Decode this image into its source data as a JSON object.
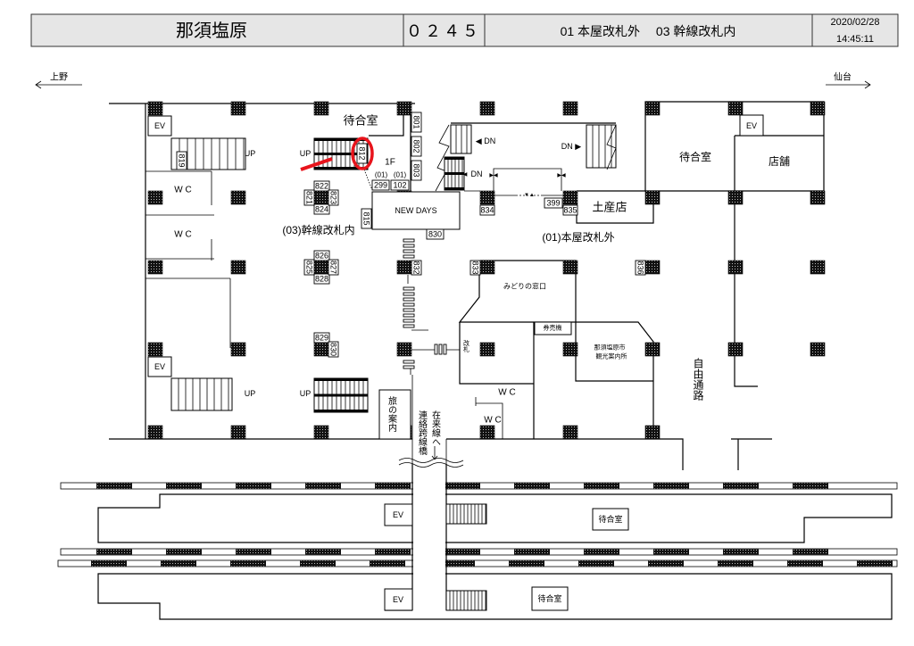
{
  "header": {
    "station_name": "那須塩原",
    "station_code": "０２４５",
    "gates": "01 本屋改札外　 03 幹線改札内",
    "date": "2020/02/28",
    "time": "14:45:11"
  },
  "directions": {
    "left": "上野",
    "right": "仙台"
  },
  "rooms": {
    "waiting_concourse": "待合室",
    "waiting_east": "待合室",
    "shop": "店舗",
    "souvenir": "土産店",
    "new_days": "NEW DAYS",
    "ev_1": "EV",
    "ev_2": "EV",
    "ev_3": "EV",
    "ev_4": "EV",
    "ev_5": "EV",
    "wc_1": "W C",
    "wc_2": "W C",
    "wc_3": "W C",
    "wc_4": "W C",
    "midori": "みどりの窓口",
    "ticket_machine": "券売機",
    "tourist_info_1": "那須塩原市",
    "tourist_info_2": "観光案内所",
    "gate": "改札",
    "travel_info": "旅の案内",
    "bridge": "連絡跨線橋",
    "to_local": "在来線へ",
    "free_passage": "自由通路",
    "platform_waiting_1": "待合室",
    "platform_waiting_2": "待合室"
  },
  "areas": {
    "shinkansen_inside": "(03)幹線改札内",
    "main_outside": "(01)本屋改札外",
    "floor": "1F",
    "gate_01_a": "(01)",
    "gate_01_b": "(01)"
  },
  "stairs": {
    "up_1": "UP",
    "up_2": "UP",
    "up_3": "UP",
    "up_4": "UP",
    "dn_1": "DN",
    "dn_2": "DN",
    "dn_3": "DN"
  },
  "labels": {
    "n801": "801",
    "n802": "802",
    "n803": "803",
    "n812": "812",
    "n815": "815",
    "n819": "819",
    "n821": "821",
    "n822": "822",
    "n823": "823",
    "n824": "824",
    "n825": "825",
    "n826": "826",
    "n827": "827",
    "n828": "828",
    "n829": "829",
    "n830a": "830",
    "n830b": "830",
    "n832": "832",
    "n833": "833",
    "n834": "834",
    "n835": "835",
    "n836": "836",
    "n299": "299",
    "n102": "102",
    "n399": "399"
  },
  "colors": {
    "highlight": "#e8141c",
    "header_bg": "#e6e6e6",
    "line": "#000000"
  }
}
